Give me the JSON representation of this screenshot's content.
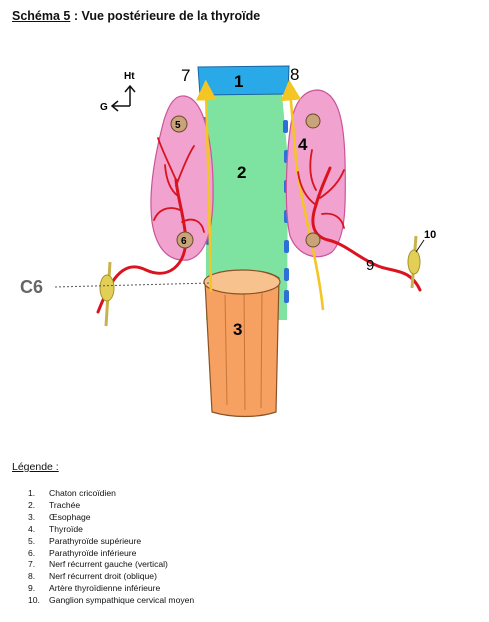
{
  "title": {
    "prefix": "Schéma 5",
    "rest": " : Vue postérieure de la thyroïde"
  },
  "compass": {
    "up": "Ht",
    "left": "G"
  },
  "level_label": "C6",
  "labels": {
    "n1": "1",
    "n2": "2",
    "n3": "3",
    "n4": "4",
    "n5": "5",
    "n6": "6",
    "n7": "7",
    "n8": "8",
    "n9": "9",
    "n10": "10"
  },
  "legend": {
    "title": "Légende :",
    "items": [
      {
        "num": "1.",
        "text": "Chaton cricoïdien"
      },
      {
        "num": "2.",
        "text": "Trachée"
      },
      {
        "num": "3.",
        "text": "Œsophage"
      },
      {
        "num": "4.",
        "text": "Thyroïde"
      },
      {
        "num": "5.",
        "text": "Parathyroïde supérieure"
      },
      {
        "num": "6.",
        "text": "Parathyroïde inférieure"
      },
      {
        "num": "7.",
        "text": "Nerf récurrent gauche (vertical)"
      },
      {
        "num": "8.",
        "text": "Nerf récurrent droit (oblique)"
      },
      {
        "num": "9.",
        "text": "Artère thyroïdienne inférieure"
      },
      {
        "num": "10.",
        "text": "Ganglion sympathique cervical moyen"
      }
    ]
  },
  "colors": {
    "cricoid": "#2aa9e8",
    "trachea": "#7ee3a0",
    "esophagus": "#f6a061",
    "thyroid": "#f2a2cf",
    "thyroid_outline": "#c8559a",
    "parathyroid": "#c9a47a",
    "nerve": "#f3c623",
    "artery": "#d9141e",
    "ganglion": "#e2cf55"
  }
}
